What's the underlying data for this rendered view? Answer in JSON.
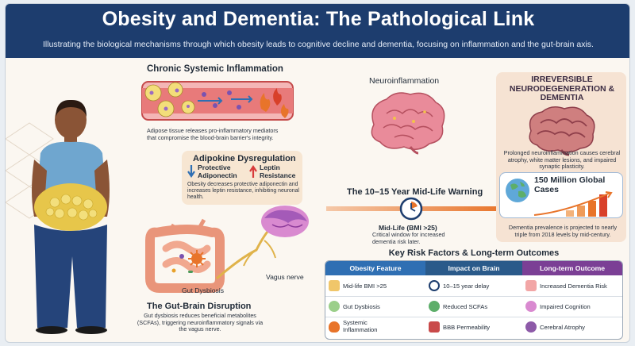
{
  "title": "Obesity and Dementia: The Pathological Link",
  "subtitle": "Illustrating the biological mechanisms through which obesity leads to cognitive decline and dementia, focusing on inflammation and the gut-brain axis.",
  "inflammation": {
    "title": "Chronic Systemic Inflammation",
    "desc": "Adipose tissue releases pro-inflammatory mediators that compromise the blood-brain barrier's integrity."
  },
  "adipokine": {
    "title": "Adipokine Dysregulation",
    "protective_label": "Protective Adiponectin",
    "leptin_label": "Leptin Resistance",
    "desc": "Obesity decreases protective adiponectin and increases leptin resistance, inhibiting neuronal health."
  },
  "gut": {
    "title": "The Gut-Brain Disruption",
    "dysbiosis_label": "Gut Dysbiosis",
    "vagus_label": "Vagus nerve",
    "desc": "Gut dysbiosis reduces beneficial metabolites (SCFAs), triggering neuroinflammatory signals via the vagus nerve."
  },
  "neuro": {
    "title": "Neuroinflammation"
  },
  "warning": {
    "title": "The 10–15 Year Mid-Life Warning",
    "midlife_label": "Mid-Life (BMI >25)",
    "desc": "Critical window for increased dementia risk later."
  },
  "irreversible": {
    "title": "IRREVERSIBLE NEURODEGENERATION & DEMENTIA",
    "desc": "Prolonged neuroinflammation causes cerebral atrophy, white matter lesions, and impaired synaptic plasticity."
  },
  "global": {
    "title": "150 Million Global Cases",
    "desc": "Dementia prevalence is projected to nearly triple from 2018 levels by mid-century."
  },
  "table": {
    "title": "Key Risk Factors & Long-term Outcomes",
    "headers": [
      "Obesity Feature",
      "Impact on Brain",
      "Long-term Outcome"
    ],
    "rows": [
      [
        "Mid-life BMI >25",
        "10–15 year delay",
        "Increased Dementia Risk"
      ],
      [
        "Gut Dysbiosis",
        "Reduced SCFAs",
        "Impaired Cognition"
      ],
      [
        "Systemic Inflammation",
        "BBB Permeability",
        "Cerebral Atrophy"
      ]
    ]
  },
  "colors": {
    "header_bg": "#1d3d6e",
    "col_obesity": "#2f6fb3",
    "col_impact": "#2a5a8a",
    "col_outcome": "#7b3f95",
    "brain_pink": "#e98b9a",
    "brain_purple": "#8d5aa8",
    "arrow_orange": "#e8742a"
  }
}
